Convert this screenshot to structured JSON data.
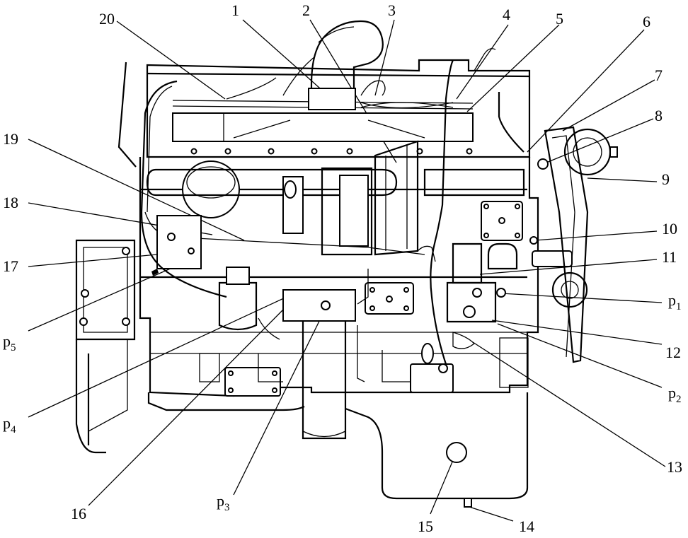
{
  "labels": [
    {
      "id": "1",
      "text": "1"
    },
    {
      "id": "2",
      "text": "2"
    },
    {
      "id": "3",
      "text": "3"
    },
    {
      "id": "4",
      "text": "4"
    },
    {
      "id": "5",
      "text": "5"
    },
    {
      "id": "6",
      "text": "6"
    },
    {
      "id": "7",
      "text": "7"
    },
    {
      "id": "8",
      "text": "8"
    },
    {
      "id": "9",
      "text": "9"
    },
    {
      "id": "10",
      "text": "10"
    },
    {
      "id": "11",
      "text": "11"
    },
    {
      "id": "12",
      "text": "12"
    },
    {
      "id": "13",
      "text": "13"
    },
    {
      "id": "14",
      "text": "14"
    },
    {
      "id": "15",
      "text": "15"
    },
    {
      "id": "16",
      "text": "16"
    },
    {
      "id": "17",
      "text": "17"
    },
    {
      "id": "18",
      "text": "18"
    },
    {
      "id": "19",
      "text": "19"
    },
    {
      "id": "20",
      "text": "20"
    }
  ],
  "pressure_points": [
    {
      "id": "p1",
      "letter": "p",
      "sub": "1"
    },
    {
      "id": "p2",
      "letter": "p",
      "sub": "2"
    },
    {
      "id": "p3",
      "letter": "p",
      "sub": "3"
    },
    {
      "id": "p4",
      "letter": "p",
      "sub": "4"
    },
    {
      "id": "p5",
      "letter": "p",
      "sub": "5"
    }
  ]
}
